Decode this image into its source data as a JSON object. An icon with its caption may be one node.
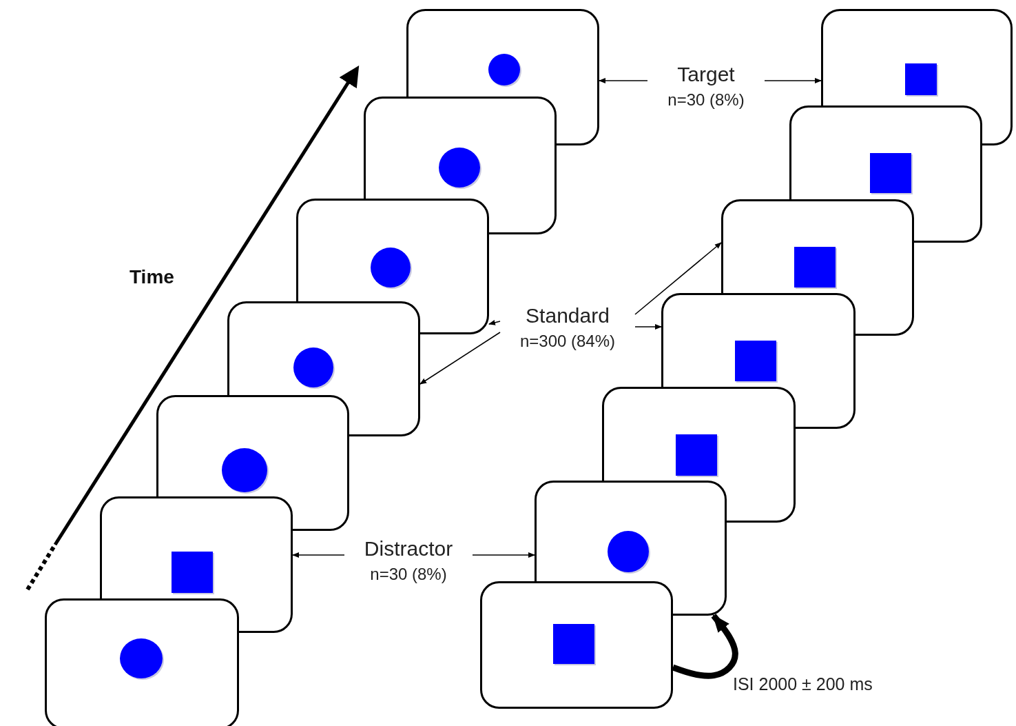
{
  "diagram": {
    "nodes": [
      {
        "text": [],
        "shape": "box"
      },
      {
        "text": [],
        "shape": "circle",
        "in": 0
      },
      {
        "text": [],
        "shape": "box"
      },
      {
        "text": [],
        "shape": "circle",
        "in": 2
      },
      {
        "text": [],
        "shape": "box"
      },
      {
        "text": [],
        "shape": "circle",
        "in": 4
      },
      {
        "text": [],
        "shape": "box"
      },
      {
        "text": [],
        "shape": "circle",
        "in": 6
      },
      {
        "text": [],
        "shape": "box"
      },
      {
        "text": [],
        "shape": "circle",
        "in": 8
      },
      {
        "text": [],
        "shape": "box"
      },
      {
        "text": [],
        "shape": "square",
        "in": 10
      },
      {
        "text": [],
        "shape": "box"
      },
      {
        "text": [],
        "shape": "circle",
        "in": 12
      },
      {
        "text": [],
        "shape": "box"
      },
      {
        "text": [],
        "shape": "square",
        "in": 14
      },
      {
        "text": [],
        "shape": "box"
      },
      {
        "text": [],
        "shape": "square",
        "in": 16
      },
      {
        "text": [],
        "shape": "box"
      },
      {
        "text": [],
        "shape": "square",
        "in": 18
      },
      {
        "text": [],
        "shape": "box"
      },
      {
        "text": [],
        "shape": "square",
        "in": 20
      },
      {
        "text": [],
        "shape": "box"
      },
      {
        "text": [],
        "shape": "square",
        "in": 22
      },
      {
        "text": [],
        "shape": "box"
      },
      {
        "text": [],
        "shape": "circle",
        "in": 24
      },
      {
        "text": [],
        "shape": "box"
      },
      {
        "text": [],
        "shape": "square",
        "in": 26
      },
      {
        "text": [
          "Target",
          "n=30 (8%)"
        ]
      },
      {
        "text": [
          "Standard",
          "n=300 (84%)"
        ]
      },
      {
        "text": [
          "Distractor",
          "n=30 (8%)"
        ]
      }
    ],
    "edges": [
      {
        "from": 28,
        "to": 0,
        "arrow": "to"
      },
      {
        "from": 28,
        "to": 14,
        "arrow": "to"
      },
      {
        "from": 29,
        "to": 4,
        "arrow": "to"
      },
      {
        "from": 29,
        "to": 6,
        "arrow": "to"
      },
      {
        "from": 29,
        "to": 20,
        "arrow": "to"
      },
      {
        "from": 29,
        "to": 18,
        "arrow": "to"
      },
      {
        "from": 30,
        "to": 10,
        "arrow": "to"
      },
      {
        "from": 30,
        "to": 24,
        "arrow": "to"
      },
      {
        "from": 26,
        "to": 24,
        "arrow": "to",
        "style": "thick",
        "label": "ISI 2000 ± 200 ms"
      }
    ],
    "labels": [
      "Time"
    ]
  }
}
